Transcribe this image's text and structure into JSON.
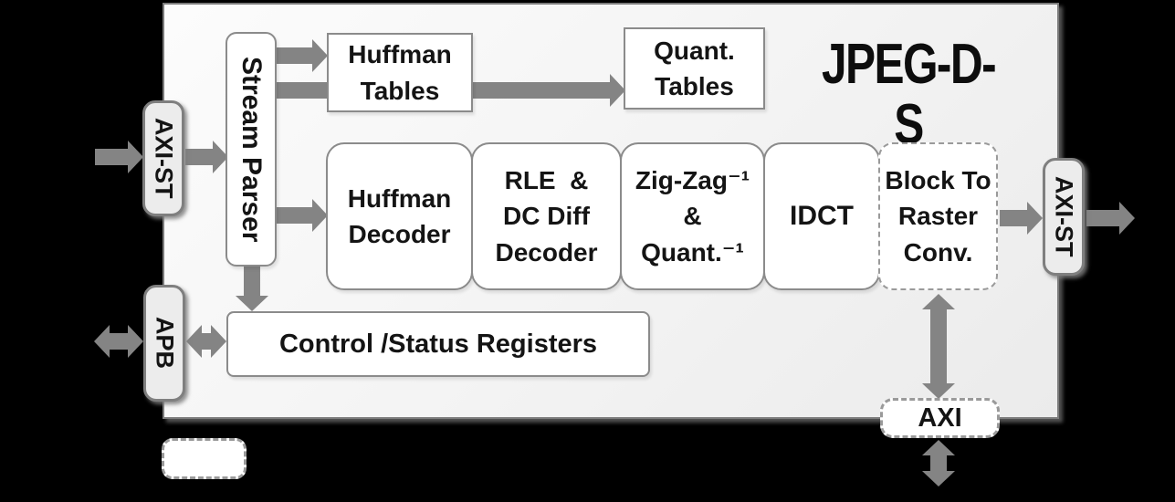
{
  "diagram": {
    "title": "JPEG-D-S",
    "ports": {
      "axi_st_in": {
        "label": "AXI-ST"
      },
      "apb": {
        "label": "APB"
      },
      "axi_st_out": {
        "label": "AXI-ST"
      },
      "axi_mem": {
        "label": "AXI"
      }
    },
    "blocks": {
      "stream_parser": {
        "label": "Stream Parser"
      },
      "huffman_tables": {
        "label": "Huffman\nTables"
      },
      "quant_tables": {
        "label": "Quant.\nTables"
      },
      "huffman_decoder": {
        "label": "Huffman\nDecoder"
      },
      "rle_dc_diff_decoder": {
        "label": "RLE  &\nDC Diff\nDecoder"
      },
      "zigzag_inv_quant_inv": {
        "label": "Zig-Zag⁻¹\n&\nQuant.⁻¹"
      },
      "idct": {
        "label": "IDCT"
      },
      "block_to_raster_conv": {
        "label": "Block To\nRaster\nConv."
      },
      "control_status_registers": {
        "label": "Control /Status Registers"
      }
    },
    "colors": {
      "background": "#000000",
      "module_fill": "#f3f3f3",
      "box_border": "#8b8b8b",
      "dashed_border": "#9a9a9a",
      "arrow": "#848484",
      "port_fill": "#ececec",
      "text": "#141414"
    }
  }
}
